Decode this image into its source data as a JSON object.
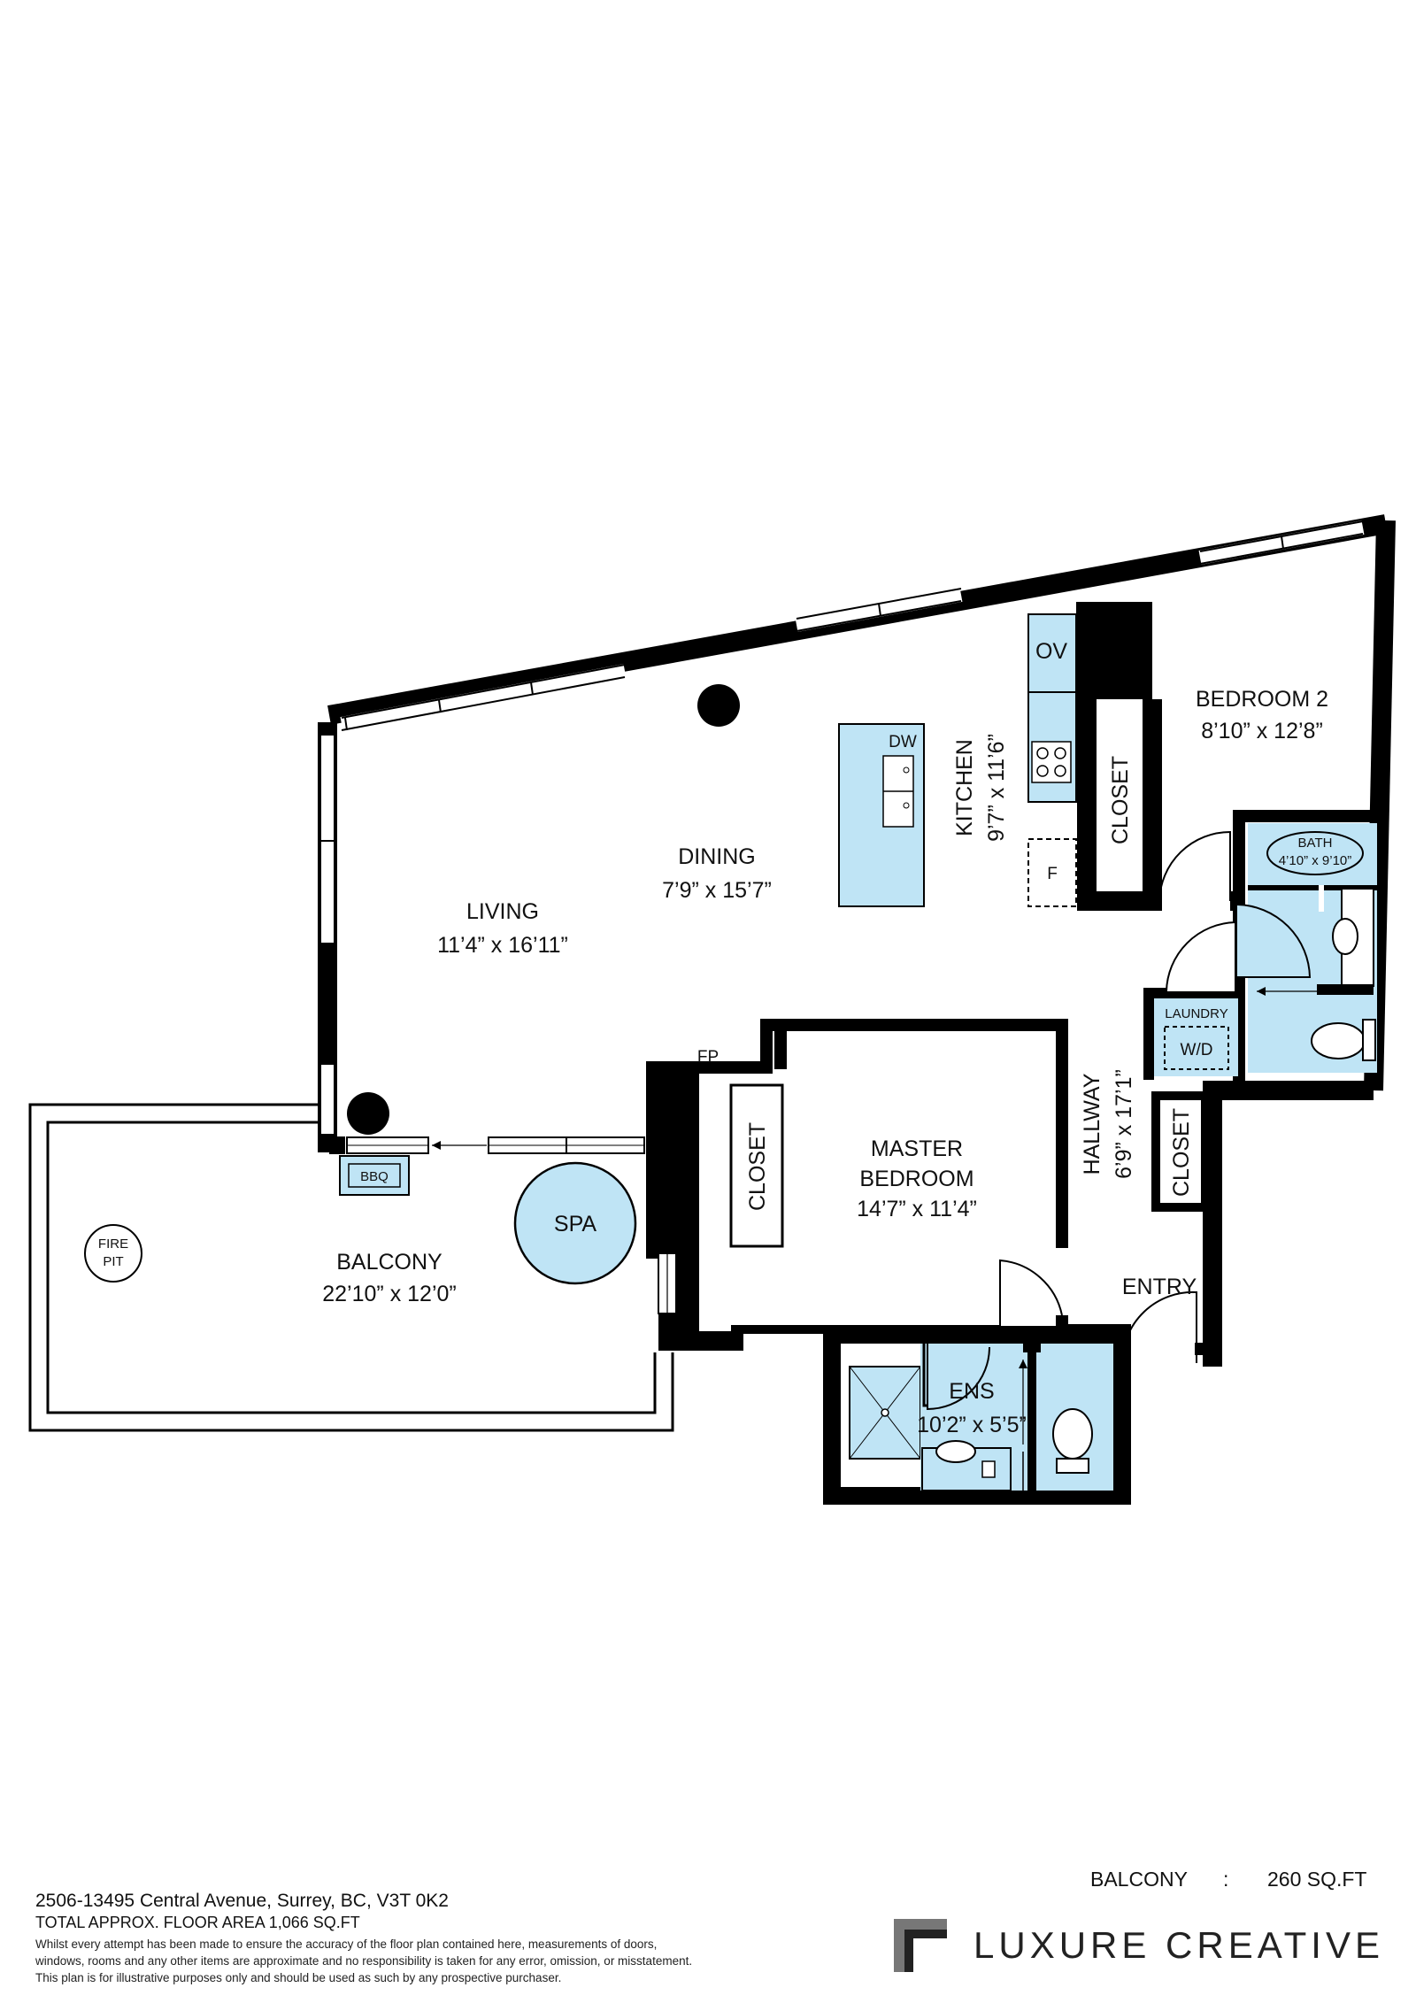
{
  "rooms": {
    "living": {
      "name": "LIVING",
      "dims": "11’4” x 16’11”"
    },
    "dining": {
      "name": "DINING",
      "dims": "7’9” x 15’7”"
    },
    "kitchen": {
      "name": "KITCHEN",
      "dims": "9’7” x 11’6”"
    },
    "bedroom2": {
      "name": "BEDROOM 2",
      "dims": "8’10” x 12’8”"
    },
    "bath": {
      "name": "BATH",
      "dims": "4’10” x 9’10”"
    },
    "master": {
      "name1": "MASTER",
      "name2": "BEDROOM",
      "dims": "14’7” x 11’4”"
    },
    "hallway": {
      "name": "HALLWAY",
      "dims": "6’9” x 17’1”"
    },
    "ensuite": {
      "name": "ENS",
      "dims": "10’2” x 5’5”"
    },
    "balcony": {
      "name": "BALCONY",
      "dims": "22’10” x 12’0”"
    }
  },
  "fixtures": {
    "oven": "OV",
    "dishwasher": "DW",
    "fridge": "F",
    "closet_bed2": "CLOSET",
    "closet_master": "CLOSET",
    "closet_hall": "CLOSET",
    "laundry": "LAUNDRY",
    "washer_dryer": "W/D",
    "fireplace": "FP",
    "bbq": "BBQ",
    "spa": "SPA",
    "fire_pit_1": "FIRE",
    "fire_pit_2": "PIT",
    "entry": "ENTRY"
  },
  "footer": {
    "address": "2506-13495 Central Avenue, Surrey, BC, V3T 0K2",
    "total_area": "TOTAL APPROX. FLOOR AREA 1,066 SQ.FT",
    "disclaimer_1": "Whilst every attempt has been made to ensure the accuracy of the floor plan contained here, measurements of doors,",
    "disclaimer_2": "windows, rooms and any other items are approximate and no responsibility is taken for any error, omission, or misstatement.",
    "disclaimer_3": "This plan is for illustrative purposes only and should be used as such by any prospective purchaser.",
    "balcony_label": "BALCONY",
    "balcony_sep": ":",
    "balcony_area": "260 SQ.FT",
    "brand": "LUXURE CREATIVE"
  },
  "colors": {
    "fixture_fill": "#bfe4f5",
    "wall": "#000000"
  }
}
